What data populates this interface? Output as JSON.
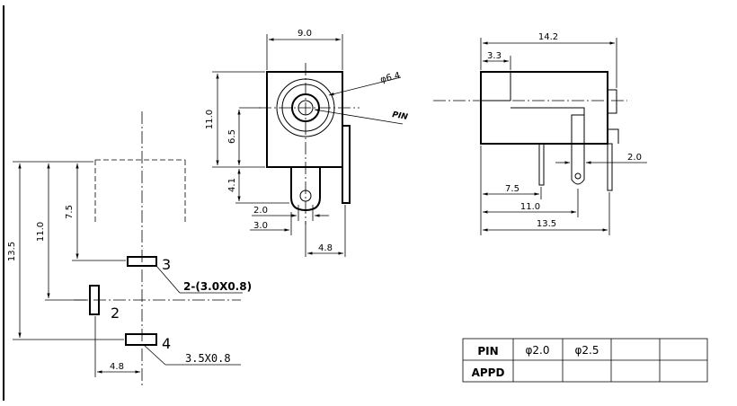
{
  "front_view": {
    "width_dim": "9.0",
    "height_dim": "11.0",
    "center_height_dim": "6.5",
    "lower_height_dim": "4.1",
    "hole_dia_dim": "φ6.4",
    "pin_label": "PIN",
    "dim_2_0": "2.0",
    "dim_3_0": "3.0",
    "dim_4_8": "4.8"
  },
  "side_view": {
    "length_dim": "14.2",
    "front_dim": "3.3",
    "pin_dim": "2.0",
    "dim_7_5": "7.5",
    "dim_11_0": "11.0",
    "dim_13_5": "13.5"
  },
  "footprint": {
    "dim_13_5": "13.5",
    "dim_11_0": "11.0",
    "dim_7_5": "7.5",
    "dim_4_8": "4.8",
    "pad_3": "3",
    "pad_2": "2",
    "pad_4": "4",
    "slot_note_top": "2-(3.0X0.8)",
    "slot_note_bottom": "3.5X0.8"
  },
  "table": {
    "rows": [
      {
        "header": "PIN",
        "cells": [
          "φ2.0",
          "φ2.5",
          "",
          ""
        ]
      },
      {
        "header": "APPD",
        "cells": [
          "",
          "",
          "",
          ""
        ]
      }
    ]
  }
}
